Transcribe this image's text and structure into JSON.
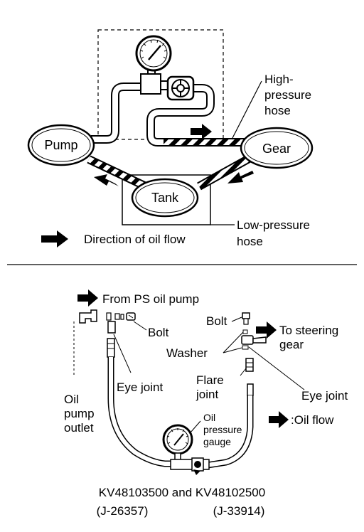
{
  "top_diagram": {
    "nodes": {
      "pump": "Pump",
      "gear": "Gear",
      "tank": "Tank"
    },
    "callouts": {
      "high_pressure_hose": [
        "High-",
        "pressure",
        "hose"
      ],
      "low_pressure_hose": [
        "Low-pressure",
        "hose"
      ]
    },
    "legend": "Direction of oil flow"
  },
  "bottom_diagram": {
    "from_pump": "From PS oil pump",
    "to_gear": [
      "To steering",
      "gear"
    ],
    "labels": {
      "bolt_left": "Bolt",
      "bolt_right": "Bolt",
      "washer": "Washer",
      "eye_joint_left": "Eye joint",
      "eye_joint_right": "Eye joint",
      "flare_joint": [
        "Flare",
        "joint"
      ],
      "oil_pump_outlet": [
        "Oil",
        "pump",
        "outlet"
      ],
      "oil_pressure_gauge": [
        "Oil",
        "pressure",
        "gauge"
      ],
      "oil_flow_legend": ":Oil flow"
    },
    "caption": {
      "line1": "KV48103500 and KV48102500",
      "line2_left": "(J-26357)",
      "line2_right": "(J-33914)"
    }
  }
}
